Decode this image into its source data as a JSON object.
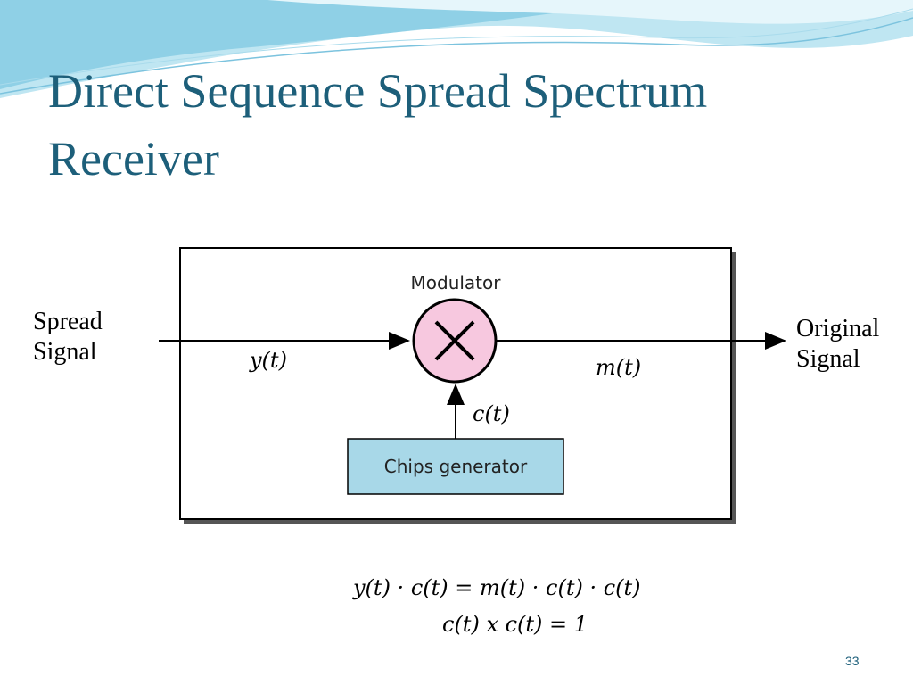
{
  "slide": {
    "title_line1": "Direct Sequence Spread Spectrum",
    "title_line2": "Receiver",
    "page_number": "33"
  },
  "diagram": {
    "input_label_line1": "Spread",
    "input_label_line2": "Signal",
    "output_label_line1": "Original",
    "output_label_line2": "Signal",
    "modulator_label": "Modulator",
    "generator_label": "Chips generator",
    "input_var": "y(t)",
    "output_var": "m(t)",
    "chip_var": "c(t)",
    "colors": {
      "modulator_fill": "#f7c8df",
      "generator_fill": "#a8d8e8",
      "title": "#1d5f7a"
    }
  },
  "equations": {
    "line1": "y(t) · c(t) = m(t) · c(t) · c(t)",
    "line2": "c(t) x c(t)  =  1"
  }
}
